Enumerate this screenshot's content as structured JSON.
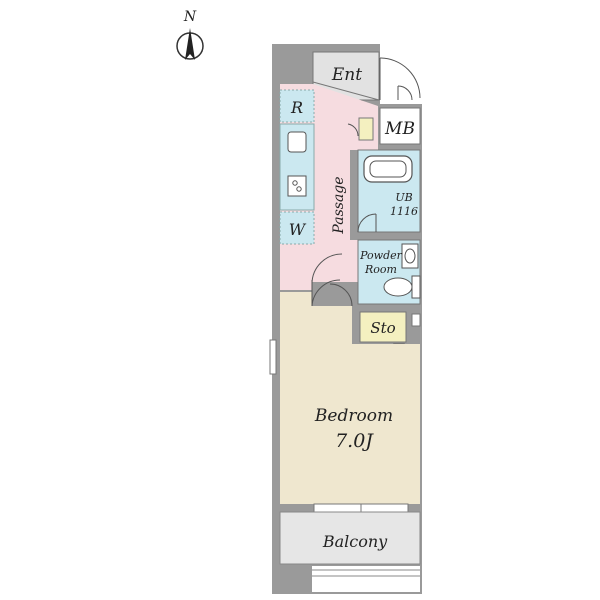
{
  "compass": {
    "north_label": "N"
  },
  "rooms": {
    "entrance": "Ent",
    "meter_box": "MB",
    "refrigerator": "R",
    "washer": "W",
    "passage": "Passage",
    "unit_bath": {
      "line1": "UB",
      "line2": "1116"
    },
    "powder_room": {
      "line1": "Powder",
      "line2": "Room"
    },
    "storage": "Sto",
    "bedroom": {
      "name": "Bedroom",
      "size": "7.0J"
    },
    "balcony": "Balcony"
  },
  "colors": {
    "wall": "#9a9a9a",
    "floor_bedroom": "#efe7cf",
    "floor_passage": "#f6dce0",
    "floor_wet": "#cbe8f0",
    "floor_entrance": "#e2e2e2",
    "floor_storage": "#f4f0c0",
    "balcony": "#e6e6e6"
  }
}
